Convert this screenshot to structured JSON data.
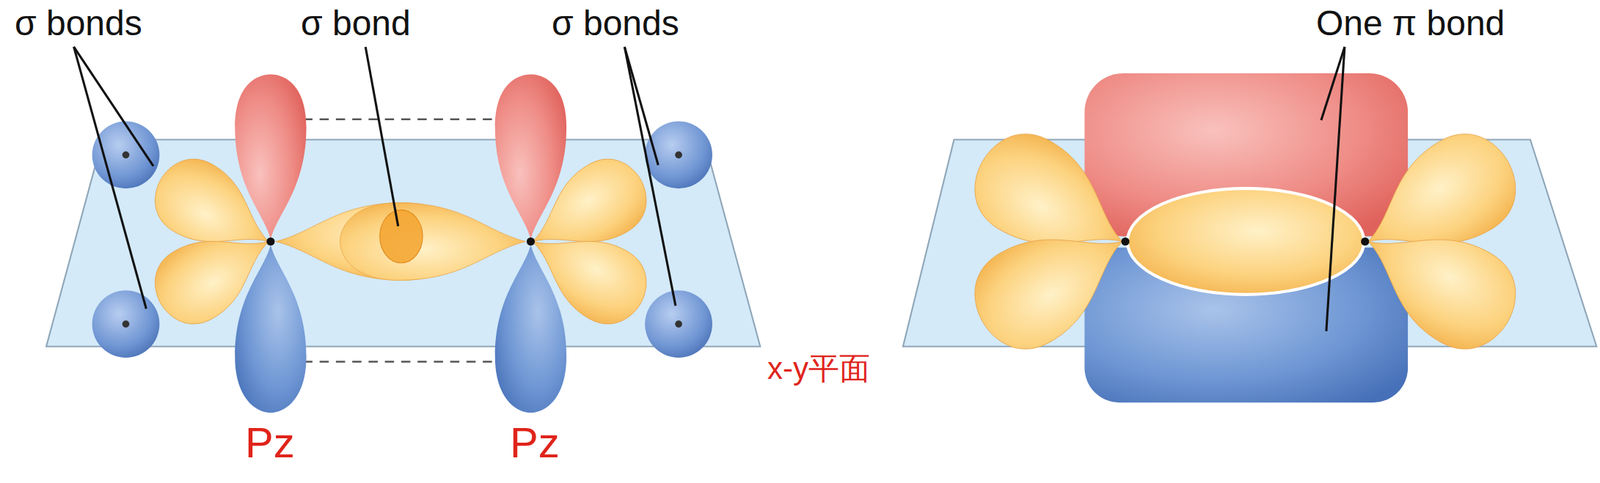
{
  "diagram": {
    "labels": [
      "σ bonds",
      "σ bond",
      "σ bonds",
      "One π bond",
      "Pz",
      "x-y平面",
      "Pz"
    ]
  }
}
